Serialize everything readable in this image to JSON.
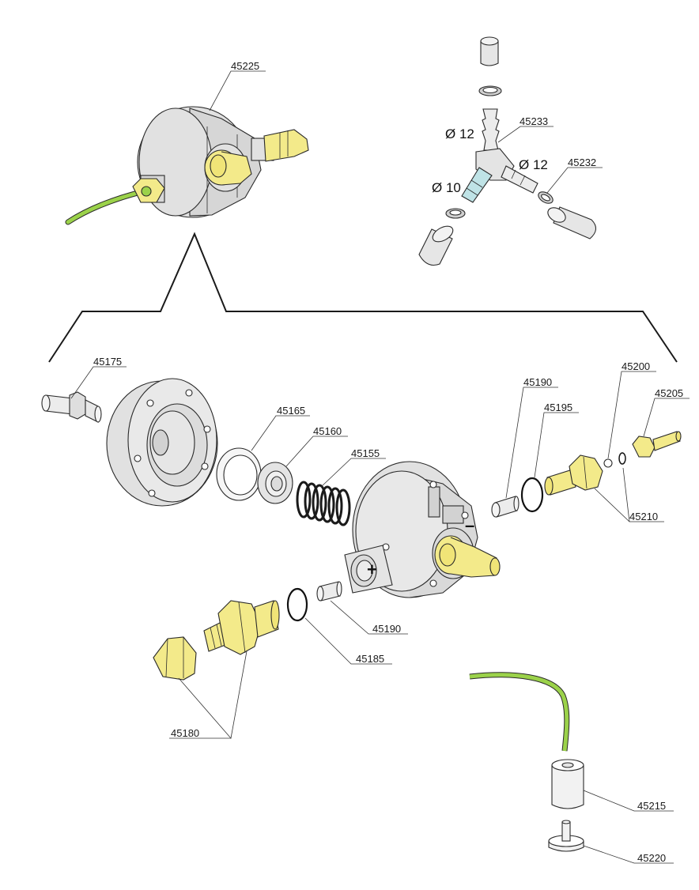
{
  "colors": {
    "body_gray": "#e1e1e1",
    "brass_yellow": "#f3ea8a",
    "hose_green": "#9bd24a",
    "outline": "#2a2a2a",
    "connector_blue": "#bfe3e6"
  },
  "labels": {
    "p45225": "45225",
    "p45233": "45233",
    "p45232": "45232",
    "p45175": "45175",
    "p45165": "45165",
    "p45160": "45160",
    "p45155": "45155",
    "p45190_top": "45190",
    "p45195": "45195",
    "p45200": "45200",
    "p45205": "45205",
    "p45210": "45210",
    "p45190_bottom": "45190",
    "p45185": "45185",
    "p45180": "45180",
    "p45215": "45215",
    "p45220": "45220"
  },
  "dimensions": {
    "d12_top": "Ø 12",
    "d12_right": "Ø 12",
    "d10": "Ø 10"
  },
  "symbols": {
    "plus": "+",
    "minus": "–"
  }
}
